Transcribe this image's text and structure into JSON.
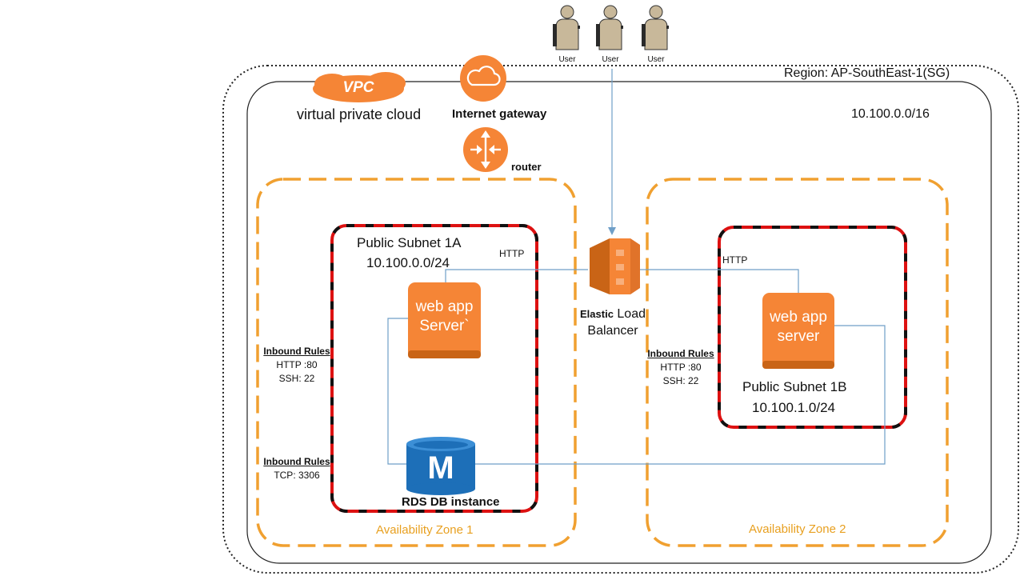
{
  "region": {
    "label": "Region: AP-SouthEast-1(SG)"
  },
  "users": [
    {
      "label": "User"
    },
    {
      "label": "User"
    },
    {
      "label": "User"
    }
  ],
  "vpc": {
    "badge": "VPC",
    "label": "virtual private cloud",
    "cidr": "10.100.0.0/16"
  },
  "internet_gateway": {
    "label": "Internet gateway"
  },
  "router": {
    "label": "router"
  },
  "elb": {
    "label_line1_small": "Elastic",
    "label_line1_big": "Load",
    "label_line2": "Balancer"
  },
  "zone1": {
    "label": "Availability Zone 1",
    "subnet": {
      "name": "Public Subnet 1A",
      "cidr": "10.100.0.0/24"
    },
    "server": {
      "line1": "web app",
      "line2": "Server`"
    },
    "http_label": "HTTP",
    "web_rules": {
      "title": "Inbound Rules",
      "line1": "HTTP :80",
      "line2": "SSH: 22"
    },
    "db_rules": {
      "title": "Inbound Rules",
      "line1": "TCP: 3306"
    },
    "rds": {
      "icon_letter": "M",
      "label": "RDS DB instance"
    }
  },
  "zone2": {
    "label": "Availability Zone 2",
    "subnet": {
      "name": "Public Subnet 1B",
      "cidr": "10.100.1.0/24"
    },
    "server": {
      "line1": "web app",
      "line2": "server"
    },
    "http_label": "HTTP",
    "web_rules": {
      "title": "Inbound Rules",
      "line1": "HTTP :80",
      "line2": "SSH: 22"
    }
  },
  "colors": {
    "orange": "#f58536",
    "zone_border": "#f0a030",
    "zone_label": "#e8a020",
    "subnet_red": "#dd1111",
    "connector": "#6f9fc8",
    "rds_blue": "#1d6fb8"
  }
}
